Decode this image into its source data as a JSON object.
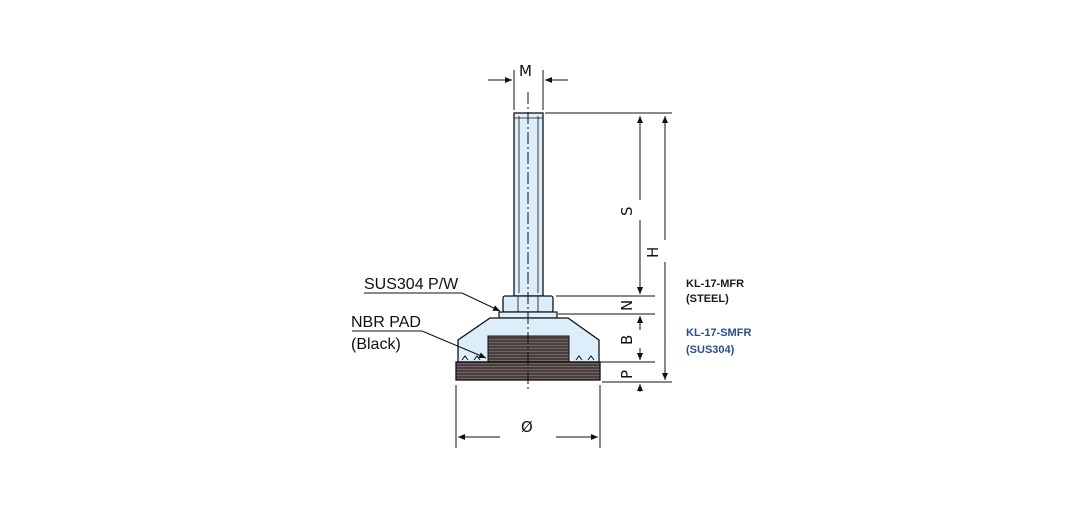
{
  "dimensions": {
    "m": "M",
    "s": "S",
    "h": "H",
    "n": "N",
    "b": "B",
    "p": "P",
    "dia": "Ø"
  },
  "callouts": {
    "washer": "SUS304 P/W",
    "pad_line1": "NBR PAD",
    "pad_line2": "(Black)"
  },
  "models": [
    {
      "code": "KL-17-MFR",
      "material": "(STEEL)",
      "color": "#1a1a1a"
    },
    {
      "code": "KL-17-SMFR",
      "material": "(SUS304)",
      "color": "#2a4f86"
    }
  ],
  "colors": {
    "metal_fill": "#dceefa",
    "pad_fill": "#4a3f3f",
    "line": "#111111"
  }
}
